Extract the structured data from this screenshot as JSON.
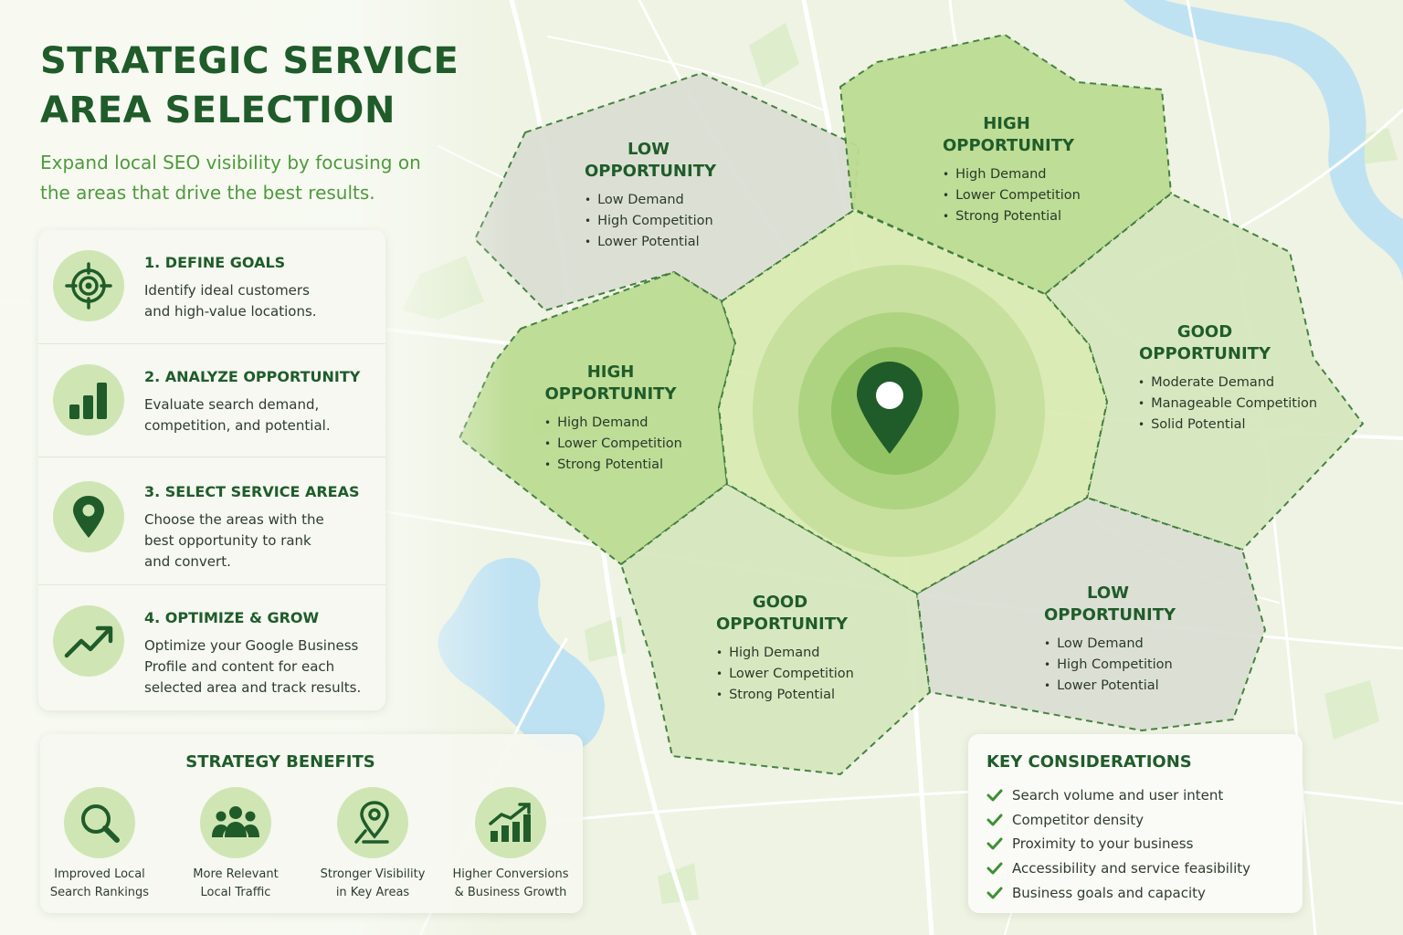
{
  "header": {
    "title_line1": "STRATEGIC SERVICE",
    "title_line2": "AREA SELECTION",
    "subtitle": "Expand local SEO visibility by focusing on the areas that drive the best results."
  },
  "colors": {
    "dark_green": "#1f5c2a",
    "accent_green": "#4e9a3c",
    "high_zone": "#bcdc92",
    "good_zone": "#d6e8bf",
    "low_zone": "#dcdfd4",
    "water": "#bfe2f3"
  },
  "steps": [
    {
      "icon": "target-icon",
      "title": "1. DEFINE GOALS",
      "desc": "Identify ideal customers\nand high-value locations."
    },
    {
      "icon": "bar-chart-icon",
      "title": "2. ANALYZE OPPORTUNITY",
      "desc": "Evaluate search demand,\ncompetition, and potential."
    },
    {
      "icon": "location-pin-icon",
      "title": "3. SELECT SERVICE AREAS",
      "desc": "Choose the areas with the\nbest opportunity to rank\nand convert."
    },
    {
      "icon": "trend-up-icon",
      "title": "4. OPTIMIZE & GROW",
      "desc": "Optimize your Google Business\nProfile and content for each\nselected area and track results."
    }
  ],
  "zones": [
    {
      "id": "top-left",
      "level": "low",
      "title1": "LOW",
      "title2": "OPPORTUNITY",
      "bullets": [
        "Low Demand",
        "High Competition",
        "Lower Potential"
      ]
    },
    {
      "id": "top-right",
      "level": "high",
      "title1": "HIGH",
      "title2": "OPPORTUNITY",
      "bullets": [
        "High Demand",
        "Lower Competition",
        "Strong Potential"
      ]
    },
    {
      "id": "left",
      "level": "high",
      "title1": "HIGH",
      "title2": "OPPORTUNITY",
      "bullets": [
        "High Demand",
        "Lower Competition",
        "Strong Potential"
      ]
    },
    {
      "id": "right",
      "level": "good",
      "title1": "GOOD",
      "title2": "OPPORTUNITY",
      "bullets": [
        "Moderate Demand",
        "Manageable Competition",
        "Solid Potential"
      ]
    },
    {
      "id": "bottom",
      "level": "good",
      "title1": "GOOD",
      "title2": "OPPORTUNITY",
      "bullets": [
        "High Demand",
        "Lower Competition",
        "Strong Potential"
      ]
    },
    {
      "id": "bottom-right",
      "level": "low",
      "title1": "LOW",
      "title2": "OPPORTUNITY",
      "bullets": [
        "Low Demand",
        "High Competition",
        "Lower Potential"
      ]
    }
  ],
  "benefits": {
    "title": "STRATEGY BENEFITS",
    "items": [
      {
        "icon": "magnifier-icon",
        "label": "Improved Local\nSearch Rankings"
      },
      {
        "icon": "people-icon",
        "label": "More Relevant\nLocal Traffic"
      },
      {
        "icon": "map-pin-icon",
        "label": "Stronger Visibility\nin Key Areas"
      },
      {
        "icon": "growth-chart-icon",
        "label": "Higher Conversions\n& Business Growth"
      }
    ]
  },
  "considerations": {
    "title": "KEY CONSIDERATIONS",
    "items": [
      "Search volume and user intent",
      "Competitor density",
      "Proximity to your business",
      "Accessibility and service feasibility",
      "Business goals and capacity"
    ]
  }
}
